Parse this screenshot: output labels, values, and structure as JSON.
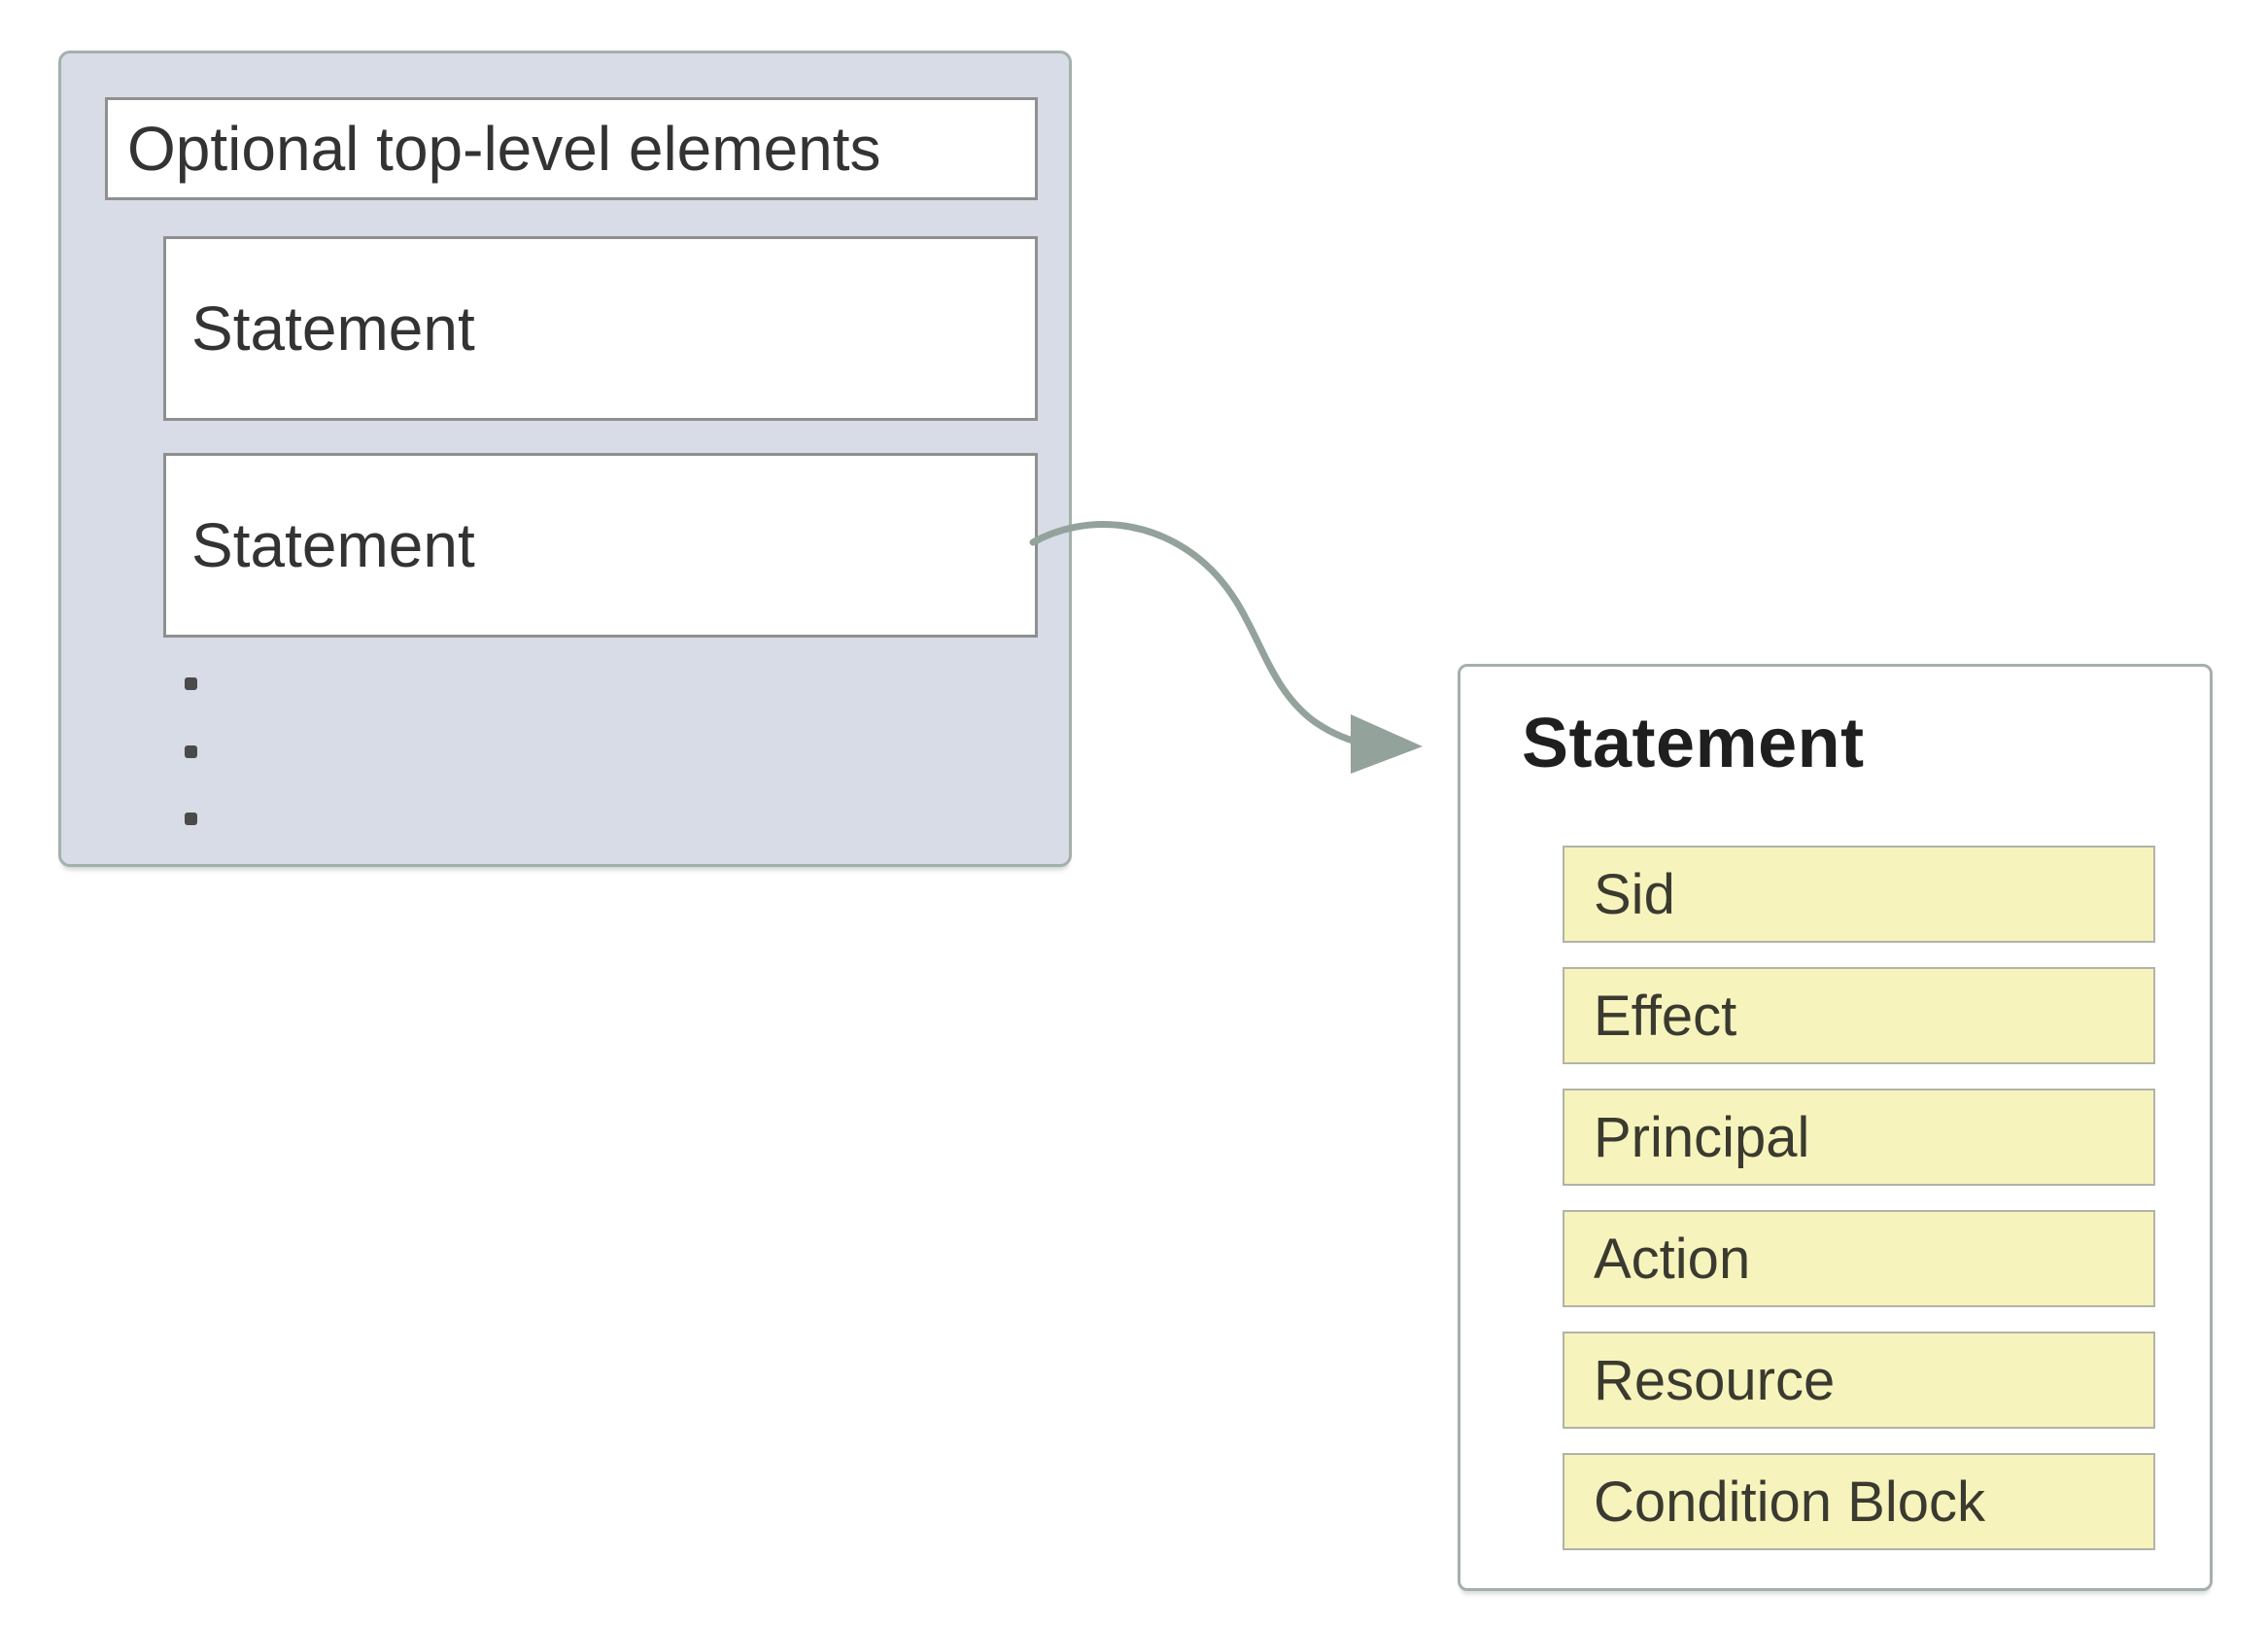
{
  "diagram": {
    "policy_container": {
      "optional_label": "Optional top-level elements",
      "statements": [
        "Statement",
        "Statement"
      ],
      "ellipsis_dot_count": 3
    },
    "statement_panel": {
      "title": "Statement",
      "fields": [
        "Sid",
        "Effect",
        "Principal",
        "Action",
        "Resource",
        "Condition Block"
      ]
    },
    "colors": {
      "container_fill": "#d8dce6",
      "container_border": "#a4b0ac",
      "box_border": "#8f8f8f",
      "field_fill": "#f6f3bc",
      "field_border": "#b2b2a8",
      "arrow": "#93a29b",
      "text": "#333333"
    }
  }
}
